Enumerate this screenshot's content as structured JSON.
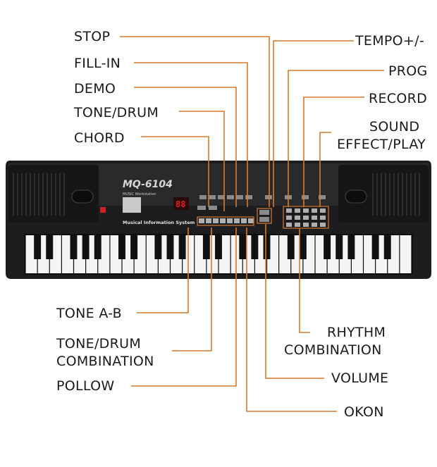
{
  "labels": {
    "stop": "STOP",
    "fill_in": "FILL-IN",
    "demo": "DEMO",
    "tone_drum": "TONE/DRUM",
    "chord": "CHORD",
    "tempo": "TEMPO+/-",
    "prog": "PROG",
    "record": "RECORD",
    "sound_effect_1": "SOUND",
    "sound_effect_2": "EFFECT/PLAY",
    "tone_ab": "TONE A-B",
    "tone_drum_combo_1": "TONE/DRUM",
    "tone_drum_combo_2": "COMBINATION",
    "pollow": "POLLOW",
    "rhythm_combo_1": "RHYTHM",
    "rhythm_combo_2": "COMBINATION",
    "volume": "VOLUME",
    "okon": "OKON"
  },
  "keyboard": {
    "model": "MQ-6104",
    "panel_title": "Musical Information System",
    "display_value": "88",
    "workstation": "MUSIC Workstation"
  },
  "colors": {
    "leader": "#d67a2e",
    "body": "#1d1d1f",
    "key_white": "#f4f4f4",
    "key_black": "#111111"
  }
}
